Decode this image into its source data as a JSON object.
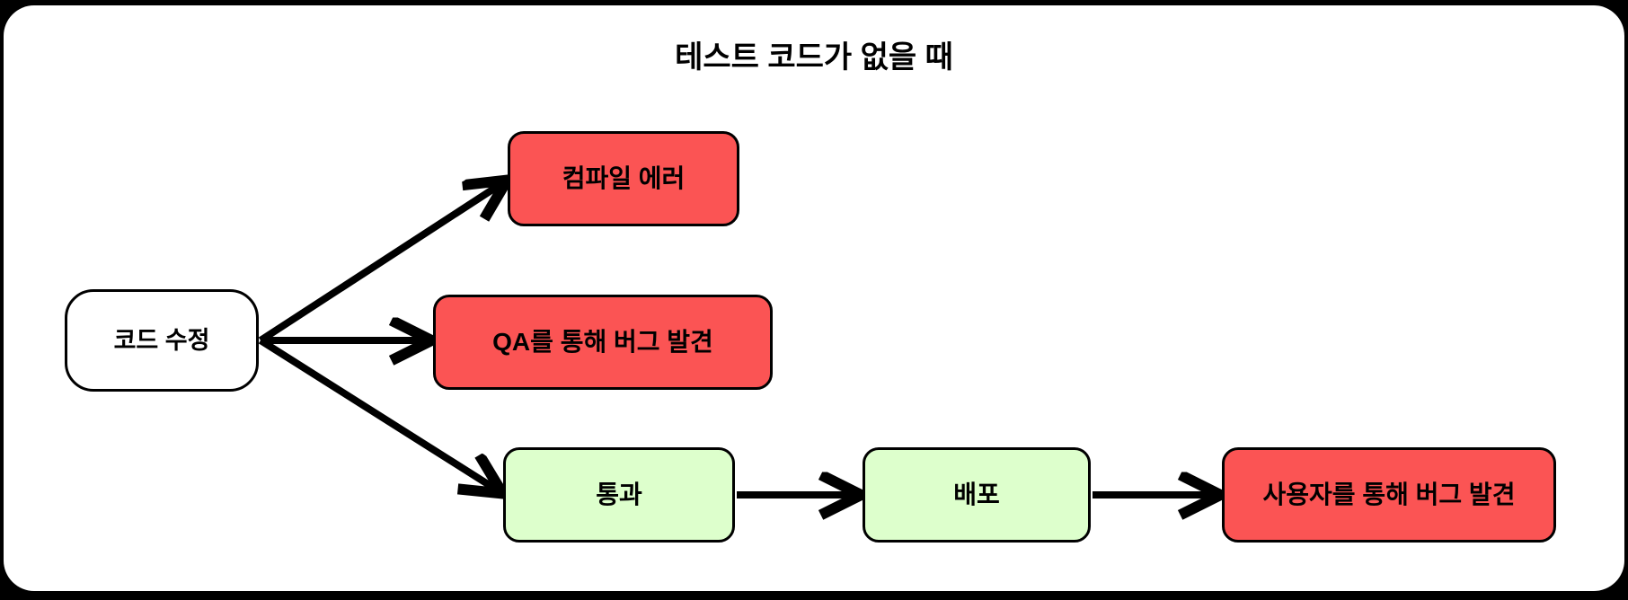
{
  "diagram": {
    "title": "테스트 코드가 없을 때",
    "type": "flowchart",
    "orientation": "left-to-right",
    "colors": {
      "background": "#ffffff",
      "frame": "#000000",
      "node_red_fill": "#fb5454",
      "node_green_fill": "#ddffcc",
      "node_start_fill": "#ffffff",
      "node_border": "#000000",
      "edge": "#000000",
      "text": "#000000"
    },
    "nodes": [
      {
        "id": "fix",
        "label": "코드 수정",
        "style": "start",
        "shape": "stadium"
      },
      {
        "id": "compile",
        "label": "컴파일 에러",
        "style": "red",
        "shape": "rounded-rect"
      },
      {
        "id": "qa",
        "label": "QA를 통해 버그 발견",
        "style": "red",
        "shape": "rounded-rect"
      },
      {
        "id": "pass",
        "label": "통과",
        "style": "green",
        "shape": "rounded-rect"
      },
      {
        "id": "deploy",
        "label": "배포",
        "style": "green",
        "shape": "rounded-rect"
      },
      {
        "id": "user",
        "label": "사용자를 통해 버그 발견",
        "style": "red",
        "shape": "rounded-rect"
      }
    ],
    "edges": [
      {
        "from": "fix",
        "to": "compile",
        "label": "",
        "direction": "up-right"
      },
      {
        "from": "fix",
        "to": "qa",
        "label": "",
        "direction": "right"
      },
      {
        "from": "fix",
        "to": "pass",
        "label": "",
        "direction": "down-right"
      },
      {
        "from": "pass",
        "to": "deploy",
        "label": "",
        "direction": "right"
      },
      {
        "from": "deploy",
        "to": "user",
        "label": "",
        "direction": "right"
      }
    ]
  }
}
